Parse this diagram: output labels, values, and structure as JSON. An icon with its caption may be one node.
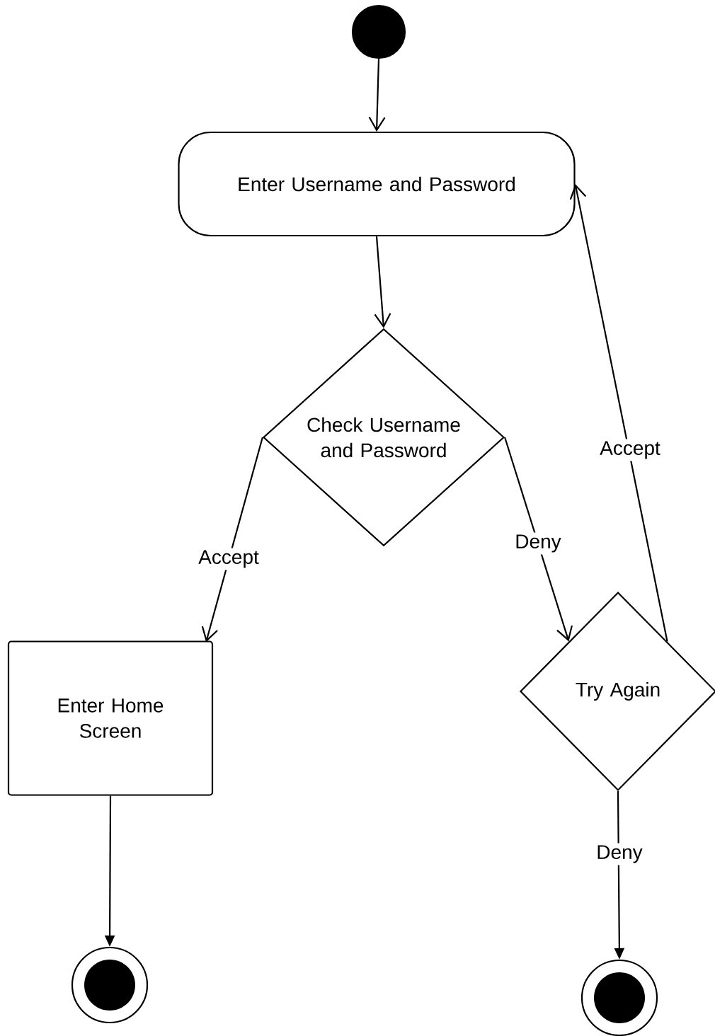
{
  "diagram": {
    "nodes": [
      {
        "text": [],
        "shape": "circle"
      },
      {
        "text": [
          "Enter Username and Password"
        ]
      },
      {
        "text": [
          "Check Username and Password"
        ]
      },
      {
        "text": [
          "Enter Home Screen"
        ]
      },
      {
        "text": [
          "Try Again"
        ]
      },
      {
        "text": [],
        "shape": "bullseye"
      },
      {
        "text": [],
        "shape": "bullseye"
      }
    ],
    "edges": [
      {
        "from": 0,
        "to": 1,
        "arrow": "to"
      },
      {
        "from": 1,
        "to": 2,
        "arrow": "to"
      },
      {
        "from": 2,
        "to": 3,
        "arrow": "to",
        "label": "Accept"
      },
      {
        "from": 2,
        "to": 4,
        "arrow": "to",
        "label": "Deny"
      },
      {
        "from": 4,
        "to": 1,
        "arrow": "to",
        "label": "Accept"
      },
      {
        "from": 3,
        "to": 5,
        "arrow": "to"
      },
      {
        "from": 4,
        "to": 6,
        "arrow": "to",
        "label": "Deny"
      }
    ]
  }
}
